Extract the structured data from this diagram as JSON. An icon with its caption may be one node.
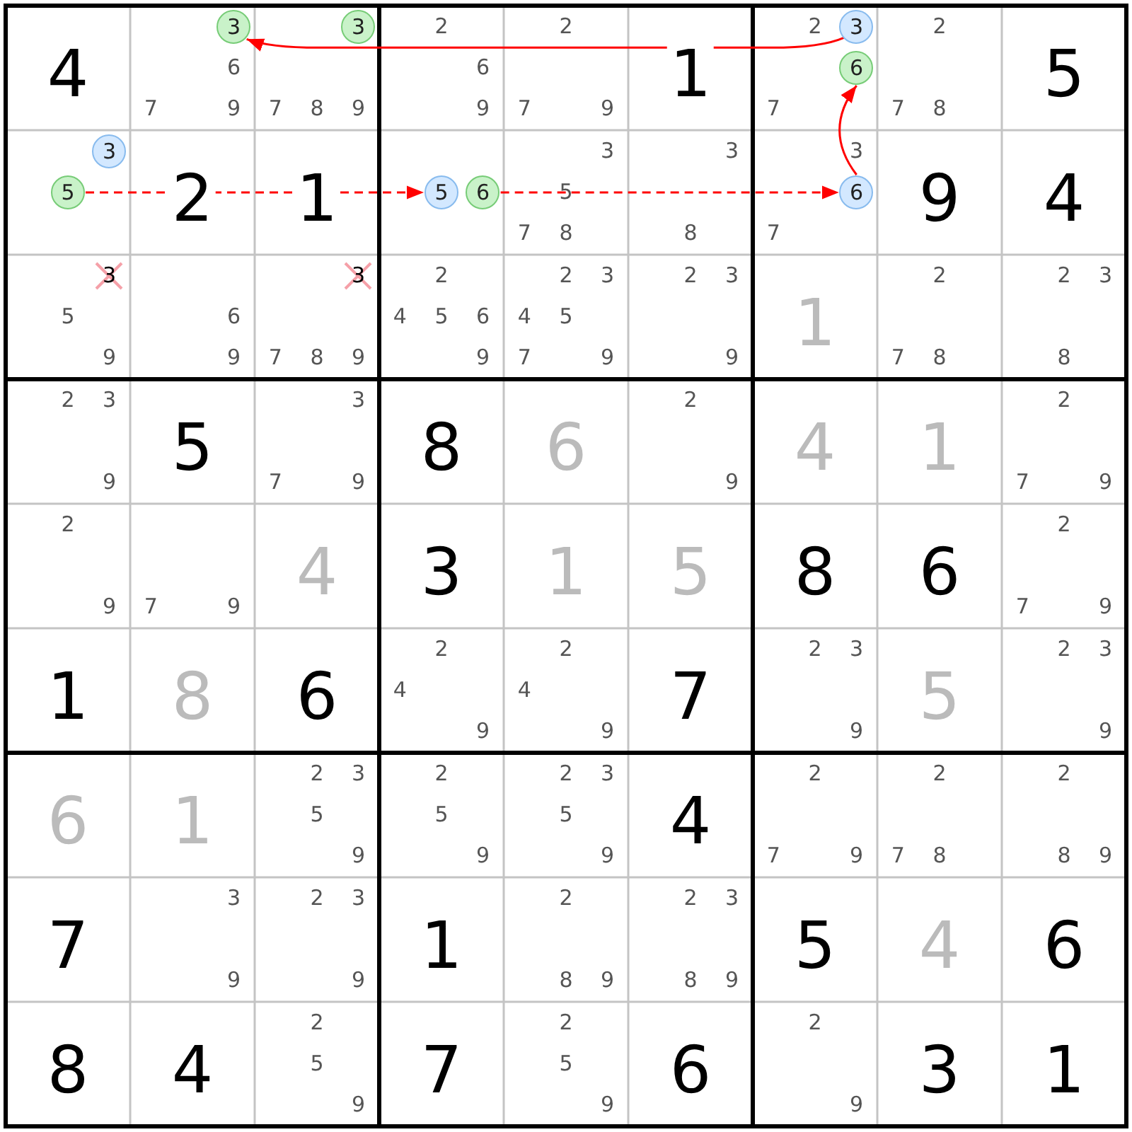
{
  "diagram": {
    "nodes": [
      {
        "text": [
          "3"
        ]
      },
      {
        "text": [
          "3"
        ]
      },
      {
        "text": [
          "3"
        ]
      },
      {
        "text": [
          "6"
        ]
      },
      {
        "text": [
          "3"
        ]
      },
      {
        "text": [
          "5"
        ]
      },
      {
        "text": [
          "5"
        ]
      },
      {
        "text": [
          "6"
        ]
      },
      {
        "text": [
          "6"
        ]
      }
    ],
    "edges": [
      {
        "from": 5,
        "to": 6,
        "arrow": "to",
        "style": "dashed"
      },
      {
        "from": 7,
        "to": 8,
        "arrow": "to",
        "style": "dashed"
      },
      {
        "from": 8,
        "to": 3,
        "arrow": "to"
      },
      {
        "from": 2,
        "to": 0,
        "arrow": "to"
      }
    ],
    "labels": [
      "4",
      "6",
      "7",
      "9",
      "7",
      "8",
      "9",
      "2",
      "6",
      "9",
      "2",
      "7",
      "9",
      "1",
      "2",
      "7",
      "2",
      "7",
      "8",
      "5",
      "2",
      "1",
      "3",
      "5",
      "7",
      "8",
      "3",
      "8",
      "3",
      "7",
      "9",
      "4",
      "3",
      "5",
      "9",
      "6",
      "9",
      "3",
      "7",
      "8",
      "9",
      "2",
      "4",
      "5",
      "6",
      "9",
      "2",
      "3",
      "4",
      "5",
      "7",
      "9",
      "2",
      "3",
      "9",
      "1",
      "2",
      "7",
      "8",
      "2",
      "3",
      "8",
      "2",
      "3",
      "9",
      "5",
      "3",
      "7",
      "9",
      "8",
      "6",
      "2",
      "9",
      "4",
      "1",
      "2",
      "7",
      "9",
      "2",
      "9",
      "7",
      "9",
      "4",
      "3",
      "1",
      "5",
      "8",
      "6",
      "2",
      "7",
      "9",
      "1",
      "8",
      "6",
      "2",
      "4",
      "9",
      "2",
      "4",
      "9",
      "7",
      "2",
      "3",
      "9",
      "5",
      "2",
      "3",
      "9",
      "6",
      "1",
      "2",
      "3",
      "5",
      "9",
      "2",
      "5",
      "9",
      "2",
      "3",
      "5",
      "9",
      "4",
      "2",
      "7",
      "9",
      "2",
      "7",
      "8",
      "2",
      "8",
      "9",
      "7",
      "3",
      "9",
      "2",
      "3",
      "9",
      "1",
      "2",
      "8",
      "9",
      "2",
      "3",
      "8",
      "9",
      "5",
      "4",
      "6",
      "8",
      "4",
      "2",
      "5",
      "9",
      "7",
      "2",
      "5",
      "9",
      "6",
      "2",
      "9",
      "3",
      "1"
    ]
  }
}
